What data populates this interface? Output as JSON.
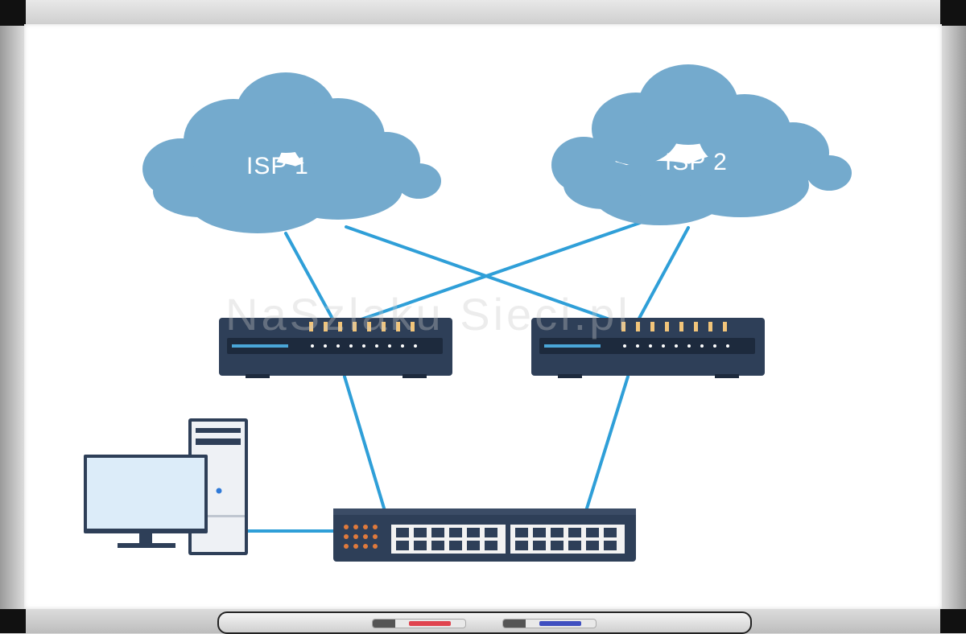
{
  "diagram": {
    "nodes": {
      "isp1": {
        "label": "ISP 1",
        "type": "cloud"
      },
      "isp2": {
        "label": "ISP 2",
        "type": "cloud"
      },
      "router1": {
        "type": "router"
      },
      "router2": {
        "type": "router"
      },
      "switch": {
        "type": "switch"
      },
      "pc": {
        "type": "computer"
      }
    },
    "links": [
      {
        "from": "isp1",
        "to": "router1"
      },
      {
        "from": "isp1",
        "to": "router2"
      },
      {
        "from": "isp2",
        "to": "router1"
      },
      {
        "from": "isp2",
        "to": "router2"
      },
      {
        "from": "router1",
        "to": "switch"
      },
      {
        "from": "router2",
        "to": "switch"
      },
      {
        "from": "pc",
        "to": "switch"
      }
    ],
    "watermark": "NaSzlaku Sieci.pl"
  },
  "colors": {
    "cloud": "#74aacd",
    "link": "#2f9fd8",
    "device": "#2e3f58",
    "device_dark": "#1d2a3d",
    "marker_red": "#e0444f",
    "marker_blue": "#3f4fc0"
  },
  "icons": {
    "tray": "marker-tray",
    "red_marker": "red-marker-icon",
    "blue_marker": "blue-marker-icon"
  }
}
